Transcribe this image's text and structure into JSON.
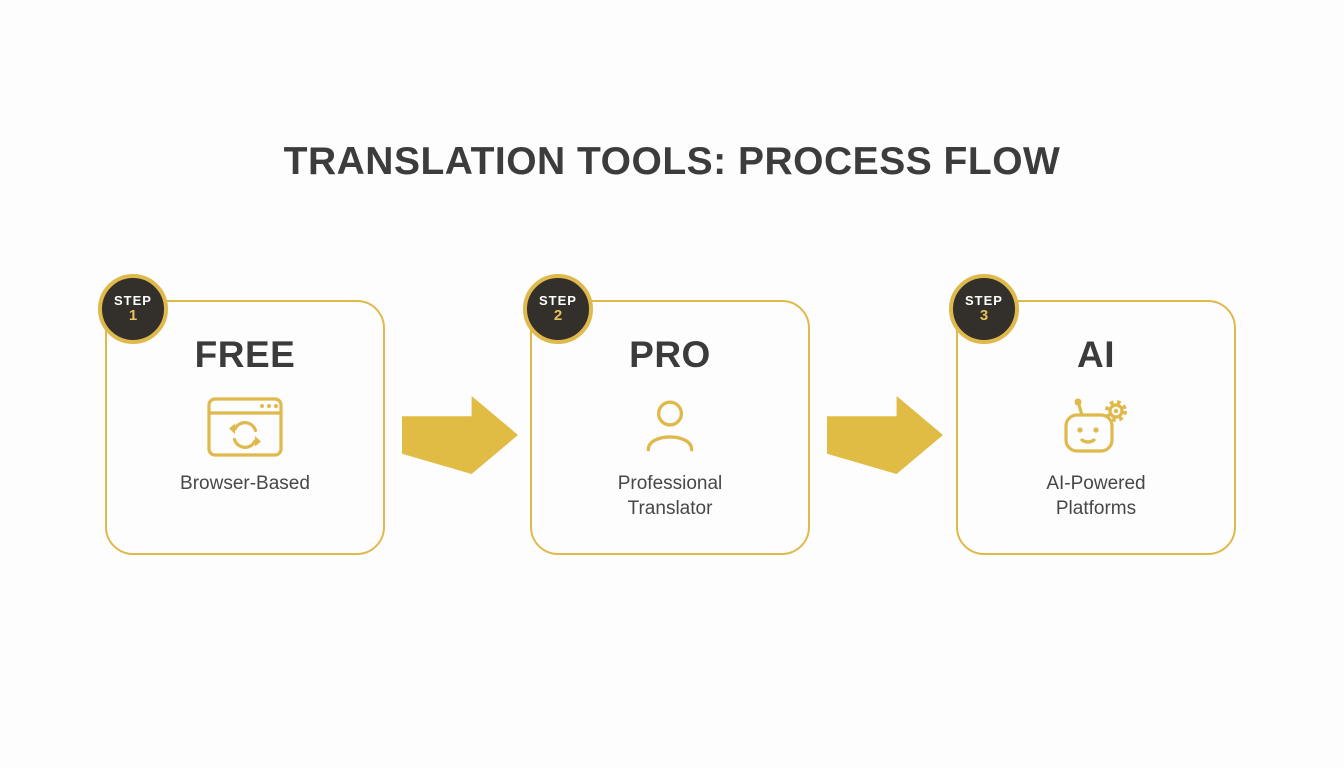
{
  "title": "TRANSLATION TOOLS: PROCESS FLOW",
  "colors": {
    "accent_gold": "#dfb94b",
    "badge_dark": "#332f2a",
    "heading_text": "#3b3b3b",
    "body_text": "#474747",
    "background": "#fdfdfd"
  },
  "steps": [
    {
      "badge_label": "STEP",
      "badge_number": "1",
      "heading": "FREE",
      "caption": "Browser-Based",
      "icon": "browser-refresh-icon"
    },
    {
      "badge_label": "STEP",
      "badge_number": "2",
      "heading": "PRO",
      "caption": "Professional Translator",
      "icon": "translator-person-icon"
    },
    {
      "badge_label": "STEP",
      "badge_number": "3",
      "heading": "AI",
      "caption": "AI-Powered Platforms",
      "icon": "ai-robot-icon"
    }
  ],
  "arrows": [
    "flow-arrow-1",
    "flow-arrow-2"
  ]
}
